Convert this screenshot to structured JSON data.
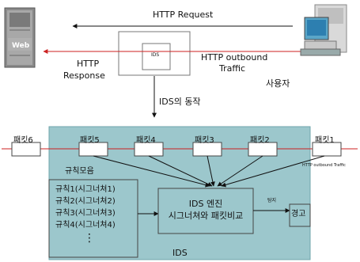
{
  "top": {
    "server_label": "Web",
    "request_label": "HTTP Request",
    "ids_box_label": "IDS",
    "response_label_line1": "HTTP",
    "response_label_line2": "Response",
    "outbound_line1": "HTTP outbound",
    "outbound_line2": "Traffic",
    "user_label": "사용자",
    "action_label": "IDS의 동작"
  },
  "bottom": {
    "packets": [
      "패킷6",
      "패킷5",
      "패킷4",
      "패킷3",
      "패킷2",
      "패킷1"
    ],
    "outbound_traffic": "HTTP outbound Traffic",
    "rules_title": "규칙모음",
    "rules": [
      "규칙1(시그너쳐1)",
      "규칙2(시그너쳐2)",
      "규칙3(시그너쳐3)",
      "규칙4(시그너쳐4)"
    ],
    "rules_more": "⋮",
    "engine_line1": "IDS 엔진",
    "engine_line2": "시그너쳐와 패킷비교",
    "detect_label": "탐지",
    "alert_label": "경고",
    "ids_label": "IDS"
  }
}
